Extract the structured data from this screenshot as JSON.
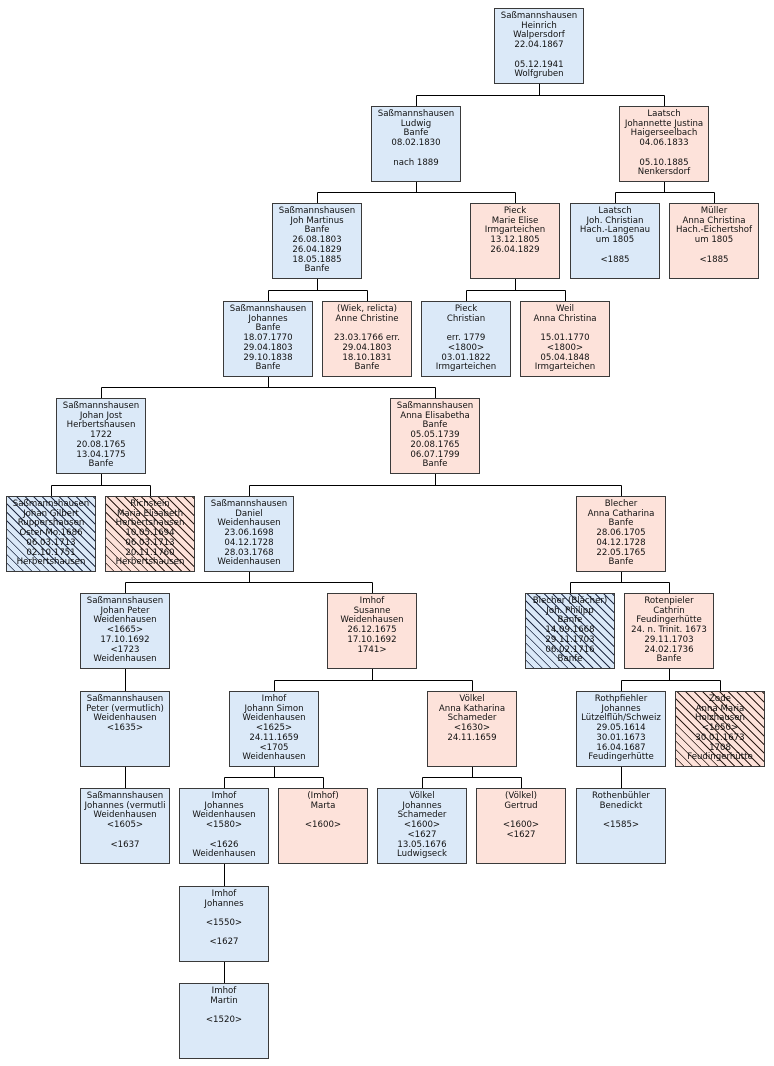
{
  "colors": {
    "male": "#dbe9f8",
    "female": "#fde2da",
    "border": "#3a3a3a",
    "line": "#000000"
  },
  "persons": {
    "heinrich": {
      "sex": "m",
      "lines": [
        "Saßmannshausen",
        "Heinrich",
        "Walpersdorf",
        "22.04.1867",
        "",
        "05.12.1941",
        "Wolfgruben"
      ]
    },
    "ludwig": {
      "sex": "m",
      "lines": [
        "Saßmannshausen",
        "Ludwig",
        "Banfe",
        "08.02.1830",
        "",
        "nach 1889"
      ]
    },
    "johannette": {
      "sex": "f",
      "lines": [
        "Laatsch",
        "Johannette Justina",
        "Haigerseelbach",
        "04.06.1833",
        "",
        "05.10.1885",
        "Nenkersdorf"
      ]
    },
    "joh_martinus": {
      "sex": "m",
      "lines": [
        "Saßmannshausen",
        "Joh Martinus",
        "Banfe",
        "26.08.1803",
        "26.04.1829",
        "18.05.1885",
        "Banfe"
      ]
    },
    "marie_elise": {
      "sex": "f",
      "lines": [
        "Pieck",
        "Marie Elise",
        "Irmgarteichen",
        "13.12.1805",
        "26.04.1829"
      ]
    },
    "laatsch_joh": {
      "sex": "m",
      "lines": [
        "Laatsch",
        "Joh. Christian",
        "Hach.-Langenau",
        "um 1805",
        "",
        "<1885"
      ]
    },
    "mueller_anna": {
      "sex": "f",
      "lines": [
        "Müller",
        "Anna Christina",
        "Hach.-Eichertshof",
        "um 1805",
        "",
        "<1885"
      ]
    },
    "johannes_1770": {
      "sex": "m",
      "lines": [
        "Saßmannshausen",
        "Johannes",
        "Banfe",
        "18.07.1770",
        "29.04.1803",
        "29.10.1838",
        "Banfe"
      ]
    },
    "anne_christine": {
      "sex": "f",
      "lines": [
        "(Wiek, relicta)",
        "Anne Christine",
        "",
        "23.03.1766 err.",
        "29.04.1803",
        "18.10.1831",
        "Banfe"
      ]
    },
    "pieck_christian": {
      "sex": "m",
      "lines": [
        "Pieck",
        "Christian",
        "",
        "err. 1779",
        "<1800>",
        "03.01.1822",
        "Irmgarteichen"
      ]
    },
    "weil_anna": {
      "sex": "f",
      "lines": [
        "Weil",
        "Anna Christina",
        "",
        "15.01.1770",
        "<1800>",
        "05.04.1848",
        "Irmgarteichen"
      ]
    },
    "johan_jost": {
      "sex": "m",
      "lines": [
        "Saßmannshausen",
        "Johan Jost",
        "Herbertshausen",
        "1722",
        "20.08.1765",
        "13.04.1775",
        "Banfe"
      ]
    },
    "anna_elisabetha": {
      "sex": "f",
      "lines": [
        "Saßmannshausen",
        "Anna Elisabetha",
        "Banfe",
        "05.05.1739",
        "20.08.1765",
        "06.07.1799",
        "Banfe"
      ]
    },
    "johan_gilbert": {
      "sex": "hm",
      "lines": [
        "Saßmannshausen",
        "Johan Gilbert",
        "Ruppershausen",
        "Oster-Mo.1686",
        "06.03.1713",
        "02.10.1751",
        "Herbertshausen"
      ]
    },
    "richstein_maria": {
      "sex": "hf",
      "lines": [
        "Richstein",
        "Maria Elisabeth",
        "Herbertshausen",
        "10.05.1694",
        "06.03.1713",
        "20.11.1760",
        "Herbertshausen"
      ]
    },
    "daniel": {
      "sex": "m",
      "lines": [
        "Saßmannshausen",
        "Daniel",
        "Weidenhausen",
        "23.06.1698",
        "04.12.1728",
        "28.03.1768",
        "Weidenhausen"
      ]
    },
    "blecher_anna": {
      "sex": "f",
      "lines": [
        "Blecher",
        "Anna Catharina",
        "Banfe",
        "28.06.1705",
        "04.12.1728",
        "22.05.1765",
        "Banfe"
      ]
    },
    "johan_peter": {
      "sex": "m",
      "lines": [
        "Saßmannshausen",
        "Johan Peter",
        "Weidenhausen",
        "<1665>",
        "17.10.1692",
        "<1723",
        "Weidenhausen"
      ]
    },
    "imhof_susanne": {
      "sex": "f",
      "lines": [
        "Imhof",
        "Susanne",
        "Weidenhausen",
        "26.12.1675",
        "17.10.1692",
        "1741>"
      ]
    },
    "blecher_joh_philipp": {
      "sex": "hm",
      "lines": [
        "Blecher (Blächer)",
        "Joh. Philipp",
        "Banfe",
        "14.09.1668",
        "29.11.1703",
        "06.02.1716",
        "Banfe"
      ]
    },
    "rotenpieler": {
      "sex": "f",
      "lines": [
        "Rotenpieler",
        "Cathrin",
        "Feudingerhütte",
        "24. n. Trinit. 1673",
        "29.11.1703",
        "24.02.1736",
        "Banfe"
      ]
    },
    "peter_vermutlich": {
      "sex": "m",
      "lines": [
        "Saßmannshausen",
        "Peter (vermutlich)",
        "Weidenhausen",
        "<1635>"
      ]
    },
    "imhof_johann_simon": {
      "sex": "m",
      "lines": [
        "Imhof",
        "Johann Simon",
        "Weidenhausen",
        "<1625>",
        "24.11.1659",
        "<1705",
        "Weidenhausen"
      ]
    },
    "voelkel_anna": {
      "sex": "f",
      "lines": [
        "Völkel",
        "Anna Katharina",
        "Schameder",
        "<1630>",
        "24.11.1659"
      ]
    },
    "rothpfiehler": {
      "sex": "m",
      "lines": [
        "Rothpfiehler",
        "Johannes",
        "Lützelflüh/Schweiz",
        "29.05.1614",
        "30.01.1673",
        "16.04.1687",
        "Feudingerhütte"
      ]
    },
    "zode_anna": {
      "sex": "hf",
      "lines": [
        "Zode",
        "Anna Maria",
        "Holzhausen",
        "<1650>",
        "30.01.1673",
        "1708",
        "Feudingerhütte"
      ]
    },
    "johannes_vermutl": {
      "sex": "m",
      "lines": [
        "Saßmannshausen",
        "Johannes (vermutli",
        "Weidenhausen",
        "<1605>",
        "",
        "<1637"
      ]
    },
    "imhof_johannes_1580": {
      "sex": "m",
      "lines": [
        "Imhof",
        "Johannes",
        "Weidenhausen",
        "<1580>",
        "",
        "<1626",
        "Weidenhausen"
      ]
    },
    "imhof_marta": {
      "sex": "f",
      "lines": [
        "(Imhof)",
        "Marta",
        "",
        "<1600>"
      ]
    },
    "voelkel_johannes": {
      "sex": "m",
      "lines": [
        "Völkel",
        "Johannes",
        "Schameder",
        "<1600>",
        "<1627",
        "13.05.1676",
        "Ludwigseck"
      ]
    },
    "voelkel_gertrud": {
      "sex": "f",
      "lines": [
        "(Völkel)",
        "Gertrud",
        "",
        "<1600>",
        "<1627"
      ]
    },
    "rothenbuehler": {
      "sex": "m",
      "lines": [
        "Rothenbühler",
        "Benedickt",
        "",
        "<1585>"
      ]
    },
    "imhof_johannes_1550": {
      "sex": "m",
      "lines": [
        "Imhof",
        "Johannes",
        "",
        "<1550>",
        "",
        "<1627"
      ]
    },
    "imhof_martin": {
      "sex": "m",
      "lines": [
        "Imhof",
        "Martin",
        "",
        "<1520>"
      ]
    }
  }
}
